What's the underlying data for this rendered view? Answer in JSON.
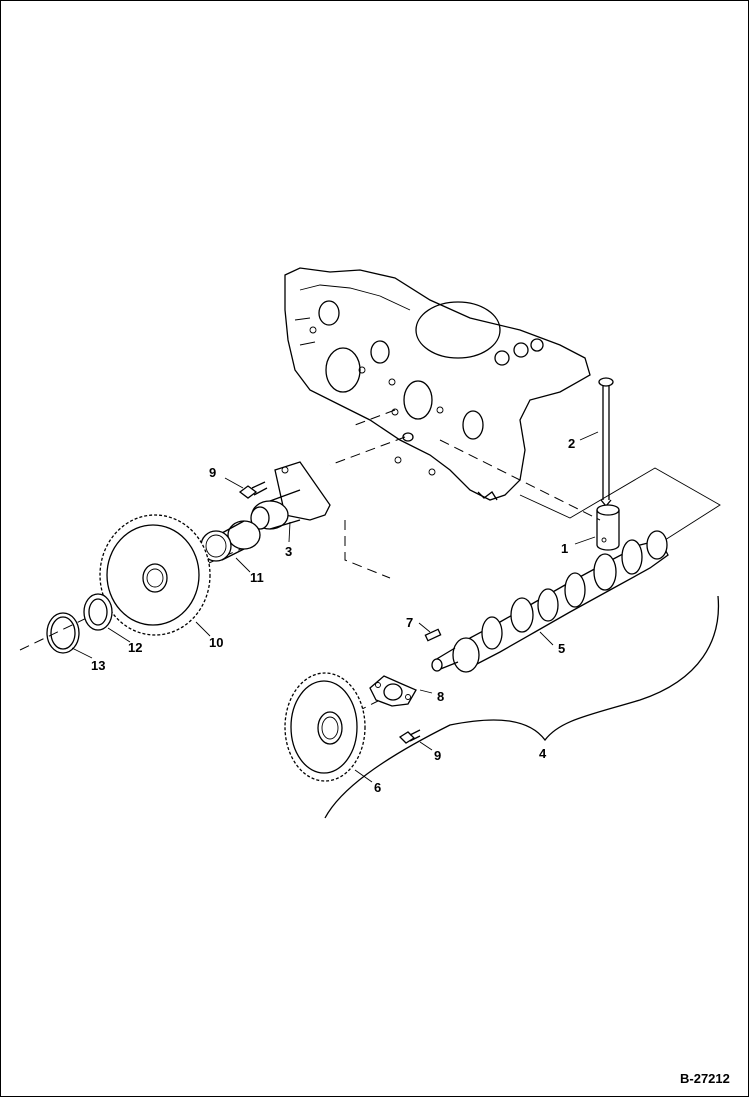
{
  "diagram": {
    "figure_code": "B-27212",
    "callouts": [
      {
        "id": "c1",
        "text": "1"
      },
      {
        "id": "c2",
        "text": "2"
      },
      {
        "id": "c3",
        "text": "3"
      },
      {
        "id": "c4",
        "text": "4"
      },
      {
        "id": "c5",
        "text": "5"
      },
      {
        "id": "c6",
        "text": "6"
      },
      {
        "id": "c7",
        "text": "7"
      },
      {
        "id": "c8",
        "text": "8"
      },
      {
        "id": "c9a",
        "text": "9"
      },
      {
        "id": "c9b",
        "text": "9"
      },
      {
        "id": "c10",
        "text": "10"
      },
      {
        "id": "c11",
        "text": "11"
      },
      {
        "id": "c12",
        "text": "12"
      },
      {
        "id": "c13",
        "text": "13"
      }
    ]
  }
}
